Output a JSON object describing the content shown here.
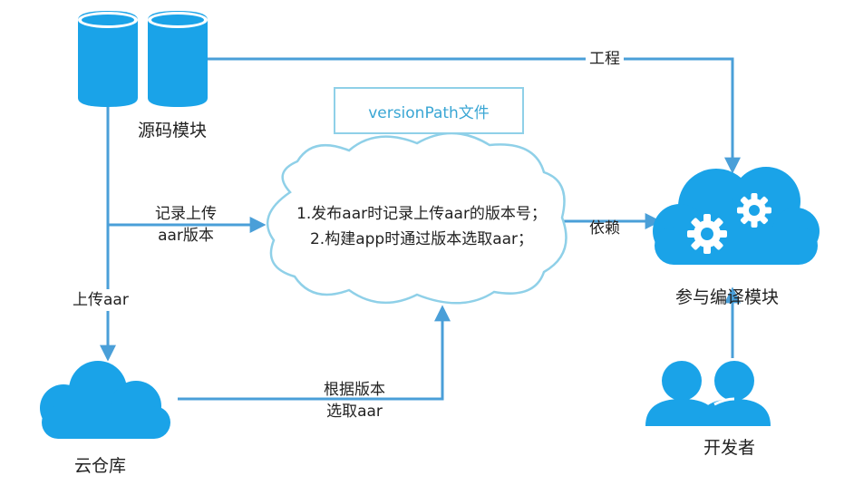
{
  "colors": {
    "accent": "#1aa3e8",
    "line": "#4a9fd8",
    "cloud_outline": "#8fd0e8",
    "text": "#222222"
  },
  "nodes": {
    "source_module": "源码模块",
    "cloud_repo": "云仓库",
    "compile_module": "参与编译模块",
    "developer": "开发者"
  },
  "version_file": "versionPath文件",
  "center_cloud": {
    "line1": "1.发布aar时记录上传aar的版本号；",
    "line2": "2.构建app时通过版本选取aar；"
  },
  "edges": {
    "project": "工程",
    "record_line1": "记录上传",
    "record_line2": "aar版本",
    "upload": "上传aar",
    "select_line1": "根据版本",
    "select_line2": "选取aar",
    "depend": "依赖"
  },
  "icons": [
    "database-icon",
    "cloud-icon",
    "gears-cloud-icon",
    "users-icon"
  ]
}
